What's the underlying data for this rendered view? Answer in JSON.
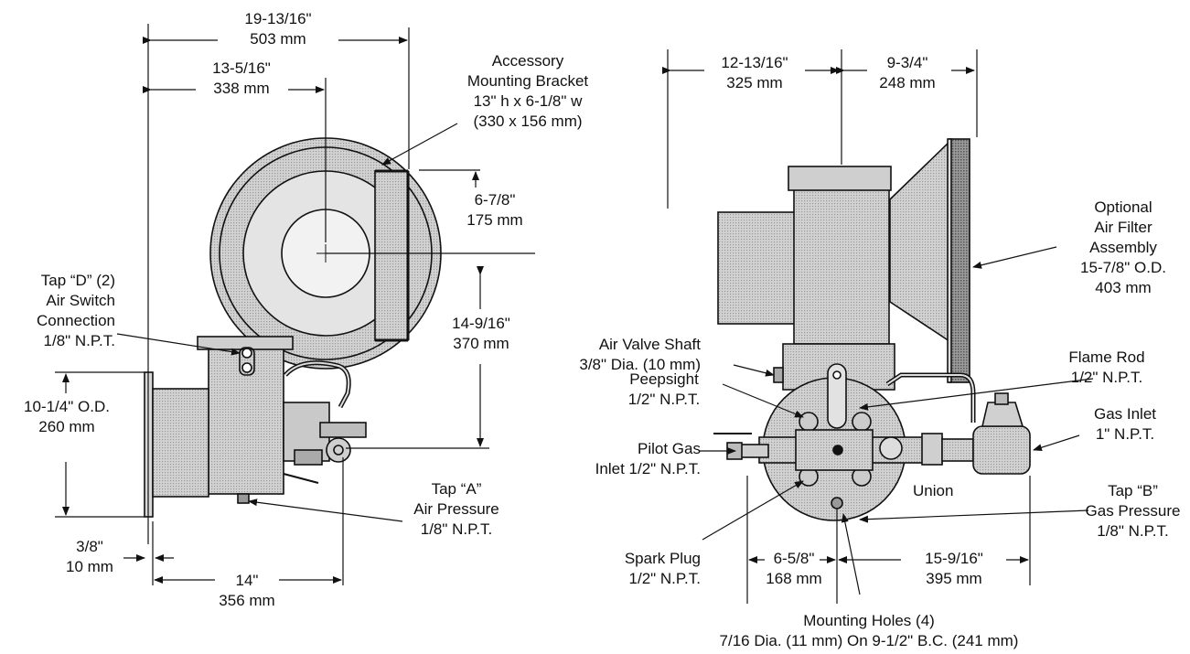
{
  "left_view": {
    "overall_width": "19-13/16\"\n503 mm",
    "center_width": "13-5/16\"\n338 mm",
    "bracket": "Accessory\nMounting Bracket\n13\" h x 6-1/8\" w\n(330 x 156 mm)",
    "bracket_height": "6-7/8\"\n175 mm",
    "center_height": "14-9/16\"\n370 mm",
    "tap_d": "Tap “D” (2)\nAir Switch\nConnection\n1/8\" N.P.T.",
    "outlet_od": "10-1/4\" O.D.\n260 mm",
    "tap_a": "Tap “A”\nAir Pressure\n1/8\" N.P.T.",
    "flange": "3/8\"\n10 mm",
    "length": "14\"\n356 mm"
  },
  "right_view": {
    "body_width": "12-13/16\"\n325 mm",
    "filter_width": "9-3/4\"\n248 mm",
    "air_filter": "Optional\nAir Filter\nAssembly\n15-7/8\" O.D.\n403 mm",
    "air_valve": "Air Valve Shaft\n3/8\" Dia. (10 mm)",
    "flame_rod": "Flame Rod\n1/2\" N.P.T.",
    "peepsight": "Peepsight\n1/2\" N.P.T.",
    "gas_inlet": "Gas Inlet\n1\" N.P.T.",
    "pilot_gas": "Pilot Gas\nInlet 1/2\" N.P.T.",
    "union": "Union",
    "tap_b": "Tap “B”\nGas Pressure\n1/8\" N.P.T.",
    "spark_plug": "Spark Plug\n1/2\" N.P.T.",
    "offset_left": "6-5/8\"\n168 mm",
    "offset_right": "15-9/16\"\n395 mm",
    "mounting_holes": "Mounting Holes (4)\n7/16 Dia. (11 mm) On 9-1/2\" B.C. (241 mm)"
  },
  "colors": {
    "line": "#111111",
    "shade": "#bdbdbd",
    "shade_dark": "#8e8e8e"
  }
}
